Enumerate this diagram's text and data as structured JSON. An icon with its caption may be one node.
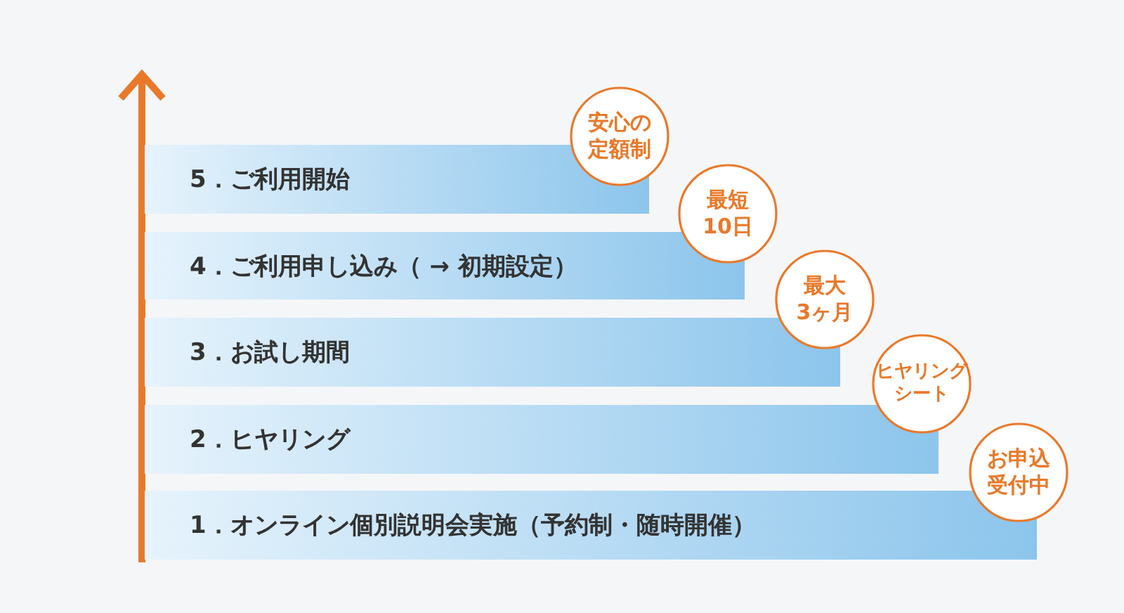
{
  "diagram": {
    "nodes": [
      {
        "text": [
          "5．ご利用開始"
        ]
      },
      {
        "text": [
          "安心の定額制"
        ]
      },
      {
        "text": [
          "4．ご利用申し込み（ → 初期設定）"
        ]
      },
      {
        "text": [
          "最短10日"
        ]
      },
      {
        "text": [
          "3．お試し期間"
        ]
      },
      {
        "text": [
          "最大3ヶ月"
        ]
      },
      {
        "text": [
          "2．ヒヤリング"
        ]
      },
      {
        "text": [
          "ヒヤリングシート"
        ]
      },
      {
        "text": [
          "1．オンライン個別説明会実施（予約制・随時開催）"
        ]
      },
      {
        "text": [
          "お申込受付中"
        ]
      }
    ]
  }
}
